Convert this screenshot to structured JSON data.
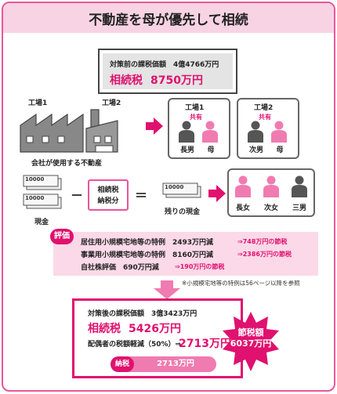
{
  "title": "不動産を母が優先して相続",
  "before": {
    "tax_value_line": "対策前の課税価額　4億4766万円",
    "tax_label": "相続税",
    "tax_amount": "8750万円"
  },
  "factory1_label": "工場1",
  "factory2_label": "工場2",
  "company_property_label": "会社が使用する不動産",
  "shared_groups": [
    {
      "title": "工場1",
      "shared": "共有",
      "people": [
        "長男",
        "母"
      ]
    },
    {
      "title": "工場2",
      "shared": "共有",
      "people": [
        "次男",
        "母"
      ]
    }
  ],
  "cash_label": "現金",
  "cash_note": "10000",
  "minus": "－",
  "equals": "＝",
  "inherit_share": "相続税\n納税分",
  "inherit_line1": "相続税",
  "inherit_line2": "納税分",
  "remaining_cash_label": "残りの現金",
  "heirs_cash": [
    "長女",
    "次女",
    "三男"
  ],
  "evaluation": {
    "badge": "評価",
    "lines": [
      {
        "text": "居住用小規模宅地等の特例　2493万円減",
        "result": "⇒748万円の節税"
      },
      {
        "text": "事業用小規模宅地等の特例　8160万円減",
        "result": "⇒2386万円の節税"
      },
      {
        "text": "自社株評価　690万円減",
        "result": "⇒190万円の節税"
      }
    ],
    "note": "※小規模宅地等の特例は56ページ以降を参照"
  },
  "after": {
    "tax_value_line": "対策後の課税価額　3億3423万円",
    "tax_label": "相続税",
    "tax_amount": "5426万円",
    "spouse_line": "配偶者の税額軽減（50%）⇒",
    "spouse_amount": "2713万円",
    "result_badge": "納税",
    "result_amount": "2713万円"
  },
  "savings": {
    "line1": "節税額",
    "line2": "6037万円"
  },
  "colors": {
    "accent": "#e0116f",
    "pink_light": "#fbd9e8",
    "female": "#f07bb0",
    "male": "#555555"
  }
}
